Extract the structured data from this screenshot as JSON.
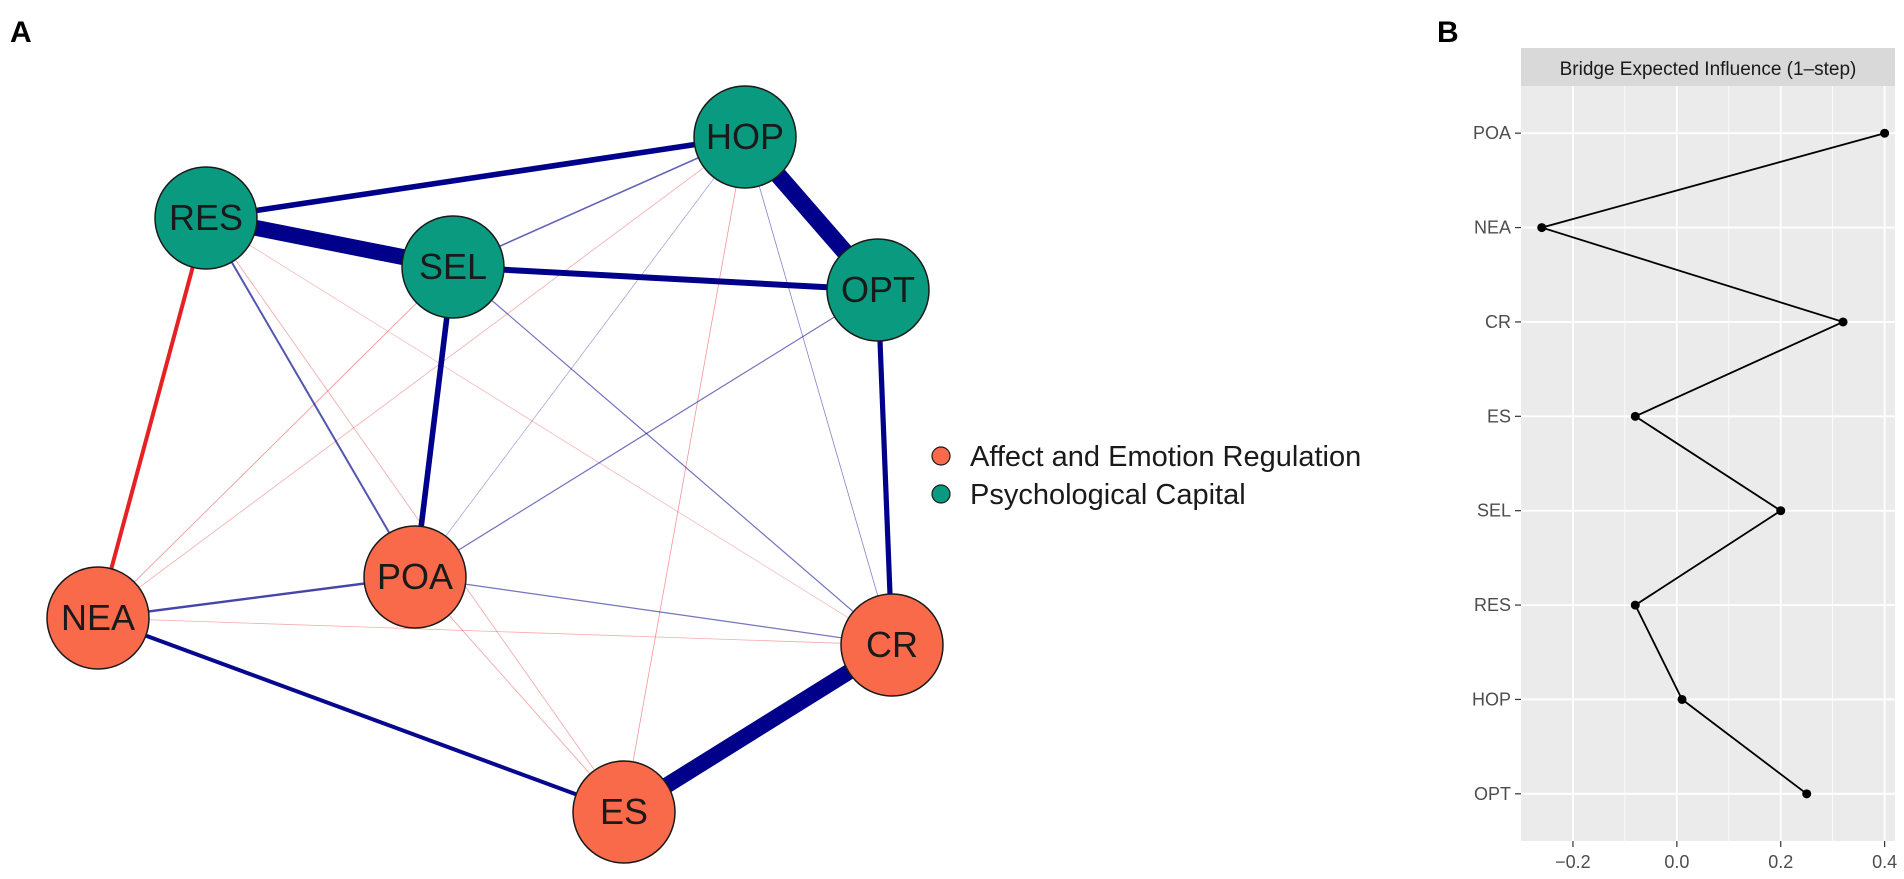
{
  "panel_labels": {
    "a": "A",
    "b": "B"
  },
  "colors": {
    "affect": "#f96a4b",
    "capital": "#0a9a80",
    "positive_edge": "#00008b",
    "negative_edge": "#e41a1c",
    "panel_bg": "#ebebeb",
    "strip_bg": "#d9d9d9"
  },
  "network": {
    "nodes": [
      {
        "id": "HOP",
        "label": "HOP",
        "group": "capital"
      },
      {
        "id": "RES",
        "label": "RES",
        "group": "capital"
      },
      {
        "id": "SEL",
        "label": "SEL",
        "group": "capital"
      },
      {
        "id": "OPT",
        "label": "OPT",
        "group": "capital"
      },
      {
        "id": "NEA",
        "label": "NEA",
        "group": "affect"
      },
      {
        "id": "POA",
        "label": "POA",
        "group": "affect"
      },
      {
        "id": "CR",
        "label": "CR",
        "group": "affect"
      },
      {
        "id": "ES",
        "label": "ES",
        "group": "affect"
      }
    ],
    "edges": [
      {
        "from": "HOP",
        "to": "OPT",
        "weight": 0.45,
        "sign": "positive"
      },
      {
        "from": "RES",
        "to": "SEL",
        "weight": 0.42,
        "sign": "positive"
      },
      {
        "from": "CR",
        "to": "ES",
        "weight": 0.42,
        "sign": "positive"
      },
      {
        "from": "RES",
        "to": "HOP",
        "weight": 0.16,
        "sign": "positive"
      },
      {
        "from": "SEL",
        "to": "OPT",
        "weight": 0.17,
        "sign": "positive"
      },
      {
        "from": "SEL",
        "to": "POA",
        "weight": 0.16,
        "sign": "positive"
      },
      {
        "from": "OPT",
        "to": "CR",
        "weight": 0.15,
        "sign": "positive"
      },
      {
        "from": "NEA",
        "to": "ES",
        "weight": 0.12,
        "sign": "positive"
      },
      {
        "from": "RES",
        "to": "NEA",
        "weight": 0.12,
        "sign": "negative"
      },
      {
        "from": "NEA",
        "to": "POA",
        "weight": 0.08,
        "sign": "positive"
      },
      {
        "from": "SEL",
        "to": "HOP",
        "weight": 0.06,
        "sign": "positive"
      },
      {
        "from": "RES",
        "to": "POA",
        "weight": 0.07,
        "sign": "positive"
      },
      {
        "from": "SEL",
        "to": "CR",
        "weight": 0.05,
        "sign": "positive"
      },
      {
        "from": "POA",
        "to": "OPT",
        "weight": 0.05,
        "sign": "positive"
      },
      {
        "from": "POA",
        "to": "CR",
        "weight": 0.05,
        "sign": "positive"
      },
      {
        "from": "HOP",
        "to": "CR",
        "weight": 0.04,
        "sign": "positive"
      },
      {
        "from": "SEL",
        "to": "NEA",
        "weight": 0.04,
        "sign": "negative"
      },
      {
        "from": "HOP",
        "to": "ES",
        "weight": 0.035,
        "sign": "negative"
      },
      {
        "from": "POA",
        "to": "ES",
        "weight": 0.03,
        "sign": "negative"
      },
      {
        "from": "RES",
        "to": "ES",
        "weight": 0.025,
        "sign": "negative"
      },
      {
        "from": "HOP",
        "to": "NEA",
        "weight": 0.02,
        "sign": "negative"
      },
      {
        "from": "NEA",
        "to": "CR",
        "weight": 0.02,
        "sign": "negative"
      },
      {
        "from": "HOP",
        "to": "POA",
        "weight": 0.015,
        "sign": "positive"
      },
      {
        "from": "RES",
        "to": "CR",
        "weight": 0.008,
        "sign": "negative"
      }
    ]
  },
  "legend": {
    "items": [
      {
        "label": "Affect and Emotion Regulation",
        "group": "affect"
      },
      {
        "label": "Psychological Capital",
        "group": "capital"
      }
    ]
  },
  "chart_data": {
    "type": "line",
    "title": "Bridge Expected Influence (1–step)",
    "categories": [
      "POA",
      "NEA",
      "CR",
      "ES",
      "SEL",
      "RES",
      "HOP",
      "OPT"
    ],
    "values": [
      0.4,
      -0.26,
      0.32,
      -0.08,
      0.2,
      -0.08,
      0.01,
      0.25
    ],
    "xlabel": "",
    "ylabel": "",
    "xlim": [
      -0.3,
      0.42
    ],
    "x_ticks": [
      -0.2,
      0.0,
      0.2,
      0.4
    ],
    "x_tick_labels": [
      "−0.2",
      "0.0",
      "0.2",
      "0.4"
    ],
    "grid": true,
    "point_color": "#000000",
    "line_color": "#000000"
  }
}
